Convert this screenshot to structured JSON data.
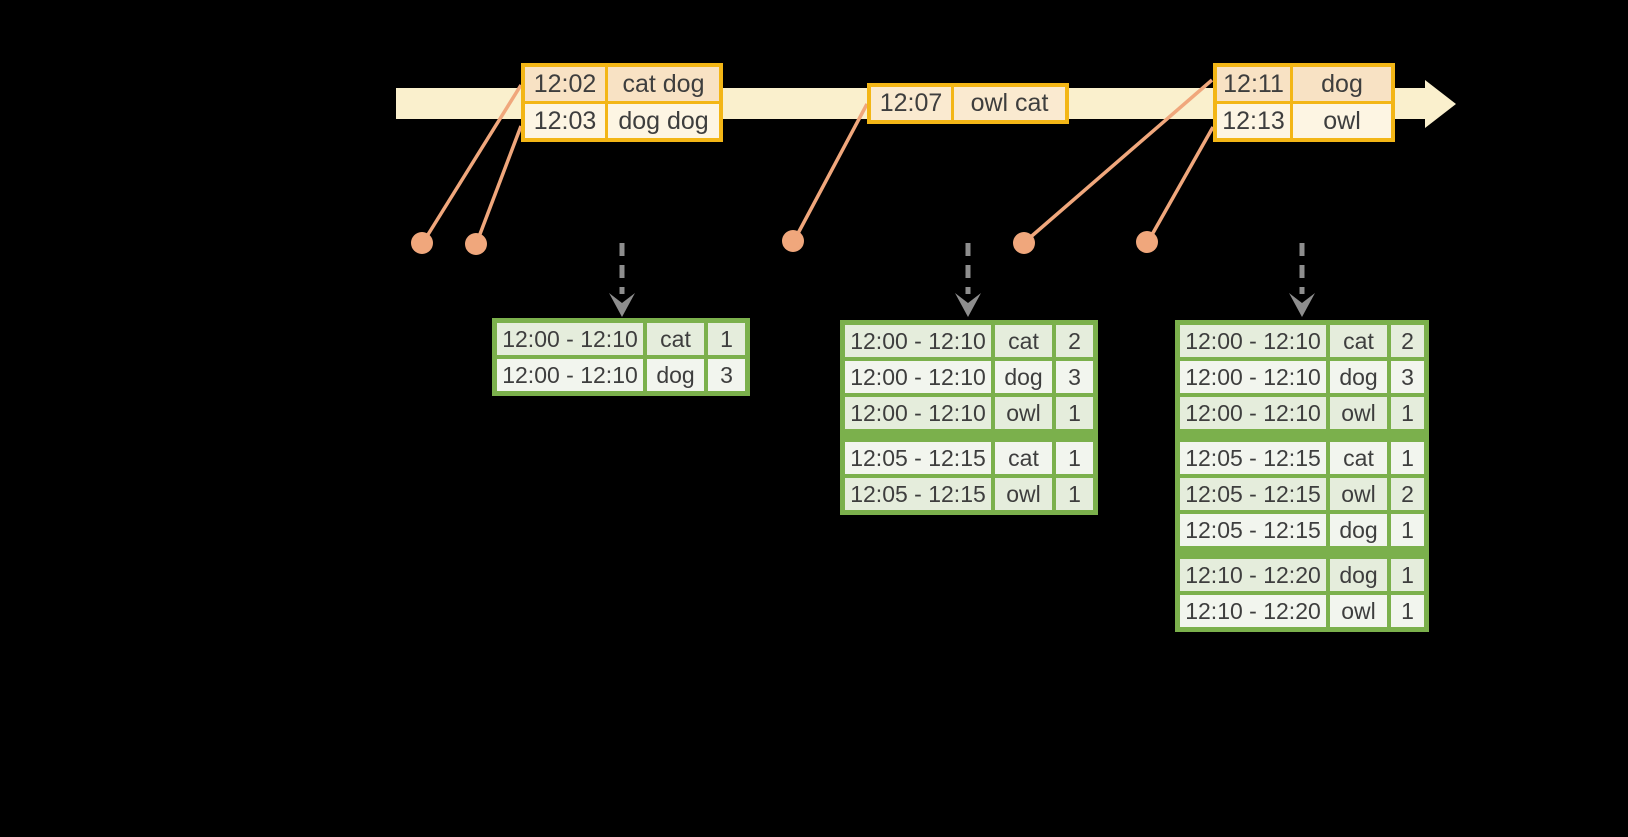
{
  "colors": {
    "background": "#000000",
    "timeline_fill": "#FAF0CD",
    "event_border": "#F3B616",
    "event_row_peach": "#F8E2C4",
    "event_row_cream": "#FDF5E3",
    "connector_salmon": "#F0A77C",
    "trigger_gray": "#8E8E8E",
    "result_border": "#7BB04C",
    "result_row_dark": "#E5EDDC",
    "result_row_light": "#F2F5EE",
    "text": "#3E3E3E"
  },
  "event_tables": [
    {
      "rows": [
        {
          "time": "12:02",
          "words": "cat dog"
        },
        {
          "time": "12:03",
          "words": "dog dog"
        }
      ]
    },
    {
      "rows": [
        {
          "time": "12:07",
          "words": "owl cat"
        }
      ]
    },
    {
      "rows": [
        {
          "time": "12:11",
          "words": "dog"
        },
        {
          "time": "12:13",
          "words": "owl"
        }
      ]
    }
  ],
  "result_tables": [
    {
      "rows": [
        {
          "window": "12:00 - 12:10",
          "word": "cat",
          "count": "1"
        },
        {
          "window": "12:00 - 12:10",
          "word": "dog",
          "count": "3"
        }
      ]
    },
    {
      "rows": [
        {
          "window": "12:00 - 12:10",
          "word": "cat",
          "count": "2"
        },
        {
          "window": "12:00 - 12:10",
          "word": "dog",
          "count": "3"
        },
        {
          "window": "12:00 - 12:10",
          "word": "owl",
          "count": "1"
        },
        {
          "window": "12:05 - 12:15",
          "word": "cat",
          "count": "1"
        },
        {
          "window": "12:05 - 12:15",
          "word": "owl",
          "count": "1"
        }
      ]
    },
    {
      "rows": [
        {
          "window": "12:00 - 12:10",
          "word": "cat",
          "count": "2"
        },
        {
          "window": "12:00 - 12:10",
          "word": "dog",
          "count": "3"
        },
        {
          "window": "12:00 - 12:10",
          "word": "owl",
          "count": "1"
        },
        {
          "window": "12:05 - 12:15",
          "word": "cat",
          "count": "1"
        },
        {
          "window": "12:05 - 12:15",
          "word": "owl",
          "count": "2"
        },
        {
          "window": "12:05 - 12:15",
          "word": "dog",
          "count": "1"
        },
        {
          "window": "12:10 - 12:20",
          "word": "dog",
          "count": "1"
        },
        {
          "window": "12:10 - 12:20",
          "word": "owl",
          "count": "1"
        }
      ]
    }
  ]
}
